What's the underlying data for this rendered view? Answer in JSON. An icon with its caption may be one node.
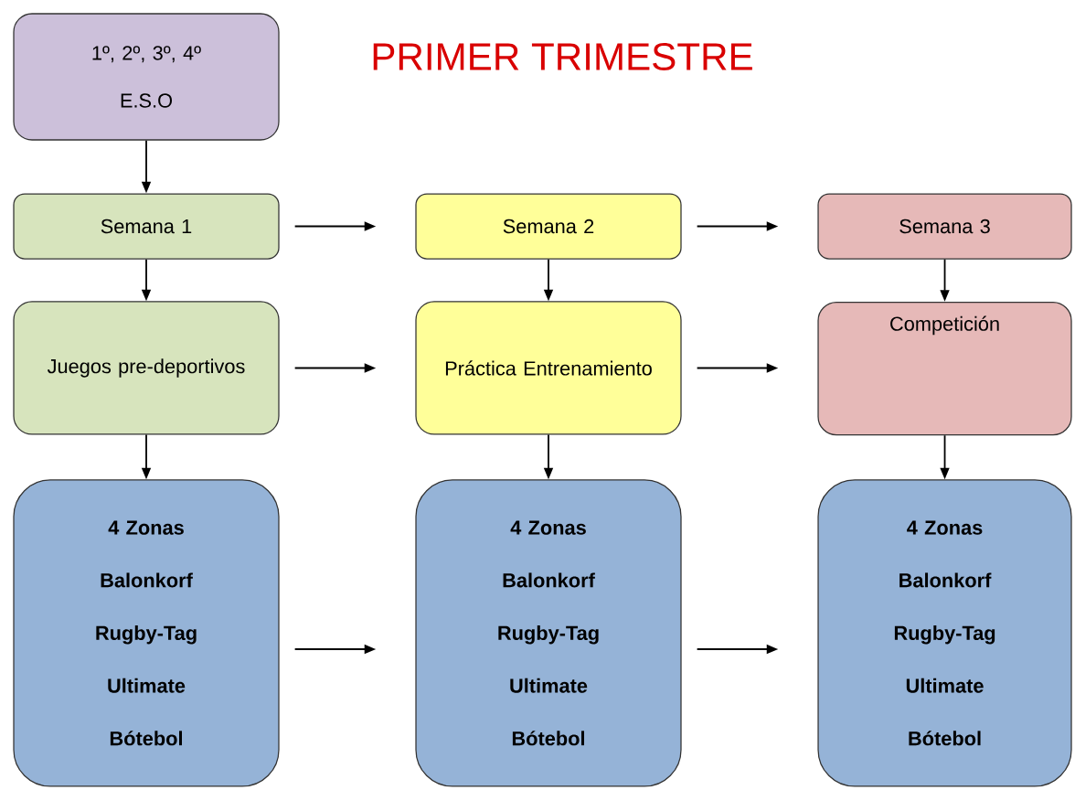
{
  "diagram": {
    "title": "PRIMER TRIMESTRE",
    "nodes": [
      {
        "text": [
          "1º, 2º, 3º, 4º",
          "E.S.O"
        ]
      },
      {
        "text": [
          "Semana 1"
        ]
      },
      {
        "text": [
          "Semana 2"
        ]
      },
      {
        "text": [
          "Semana 3"
        ]
      },
      {
        "text": [
          "Juegos pre-deportivos"
        ]
      },
      {
        "text": [
          "Práctica Entrenamiento"
        ]
      },
      {
        "text": [
          "Competición"
        ]
      },
      {
        "text": [
          "4 Zonas",
          "Balonkorf",
          "Rugby-Tag",
          "Ultimate",
          "Bótebol"
        ]
      },
      {
        "text": [
          "4 Zonas",
          "Balonkorf",
          "Rugby-Tag",
          "Ultimate",
          "Bótebol"
        ]
      },
      {
        "text": [
          "4 Zonas",
          "Balonkorf",
          "Rugby-Tag",
          "Ultimate",
          "Bótebol"
        ]
      }
    ],
    "edges": [
      {
        "from": 0,
        "to": 1,
        "arrow": "to"
      },
      {
        "from": 1,
        "to": 2,
        "arrow": "to"
      },
      {
        "from": 2,
        "to": 3,
        "arrow": "to"
      },
      {
        "from": 1,
        "to": 4,
        "arrow": "to"
      },
      {
        "from": 2,
        "to": 5,
        "arrow": "to"
      },
      {
        "from": 3,
        "to": 6,
        "arrow": "to"
      },
      {
        "from": 4,
        "to": 5,
        "arrow": "to"
      },
      {
        "from": 5,
        "to": 6,
        "arrow": "to"
      },
      {
        "from": 4,
        "to": 7,
        "arrow": "to"
      },
      {
        "from": 5,
        "to": 8,
        "arrow": "to"
      },
      {
        "from": 6,
        "to": 9,
        "arrow": "to"
      },
      {
        "from": 7,
        "to": 8,
        "arrow": "to"
      },
      {
        "from": 8,
        "to": 9,
        "arrow": "to"
      }
    ]
  }
}
